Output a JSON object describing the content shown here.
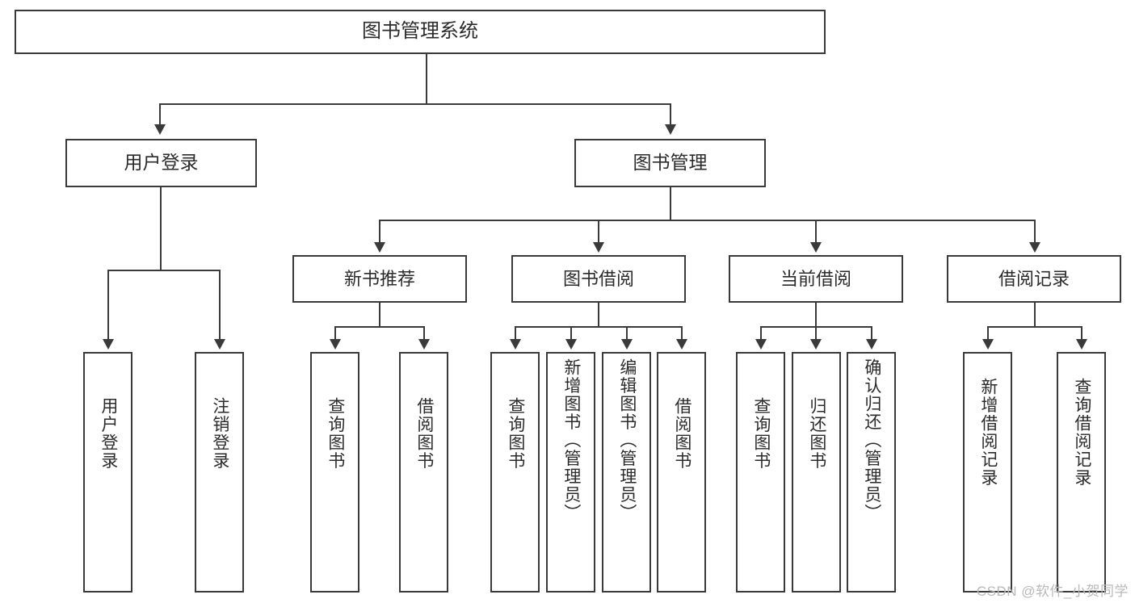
{
  "diagram": {
    "type": "tree",
    "title": "图书管理系统",
    "watermark": "CSDN @软件_小贺同学",
    "colors": {
      "stroke": "#3a3a3a",
      "fill": "#ffffff",
      "text": "#2b2b2b",
      "watermark": "#b9b9b9"
    },
    "nodes": {
      "root": {
        "label": "图书管理系统"
      },
      "level2": [
        {
          "id": "user-login",
          "label": "用户登录"
        },
        {
          "id": "book-manage",
          "label": "图书管理"
        }
      ],
      "level3": [
        {
          "id": "new-book-rec",
          "label": "新书推荐"
        },
        {
          "id": "book-borrow",
          "label": "图书借阅"
        },
        {
          "id": "current-borrow",
          "label": "当前借阅"
        },
        {
          "id": "borrow-record",
          "label": "借阅记录"
        }
      ],
      "leaves": [
        {
          "id": "leaf-user-login",
          "label": "用户登录",
          "parent": "user-login"
        },
        {
          "id": "leaf-user-logout",
          "label": "注销登录",
          "parent": "user-login"
        },
        {
          "id": "leaf-query-book-1",
          "label": "查询图书",
          "parent": "new-book-rec"
        },
        {
          "id": "leaf-borrow-book-1",
          "label": "借阅图书",
          "parent": "new-book-rec"
        },
        {
          "id": "leaf-query-book-2",
          "label": "查询图书",
          "parent": "book-borrow"
        },
        {
          "id": "leaf-add-book",
          "label": "新增图书（管理员）",
          "parent": "book-borrow"
        },
        {
          "id": "leaf-edit-book",
          "label": "编辑图书（管理员）",
          "parent": "book-borrow"
        },
        {
          "id": "leaf-borrow-book-2",
          "label": "借阅图书",
          "parent": "book-borrow"
        },
        {
          "id": "leaf-query-book-3",
          "label": "查询图书",
          "parent": "current-borrow"
        },
        {
          "id": "leaf-return-book",
          "label": "归还图书",
          "parent": "current-borrow"
        },
        {
          "id": "leaf-confirm-return",
          "label": "确认归还（管理员）",
          "parent": "current-borrow"
        },
        {
          "id": "leaf-add-record",
          "label": "新增借阅记录",
          "parent": "borrow-record"
        },
        {
          "id": "leaf-query-record",
          "label": "查询借阅记录",
          "parent": "borrow-record"
        }
      ]
    }
  }
}
